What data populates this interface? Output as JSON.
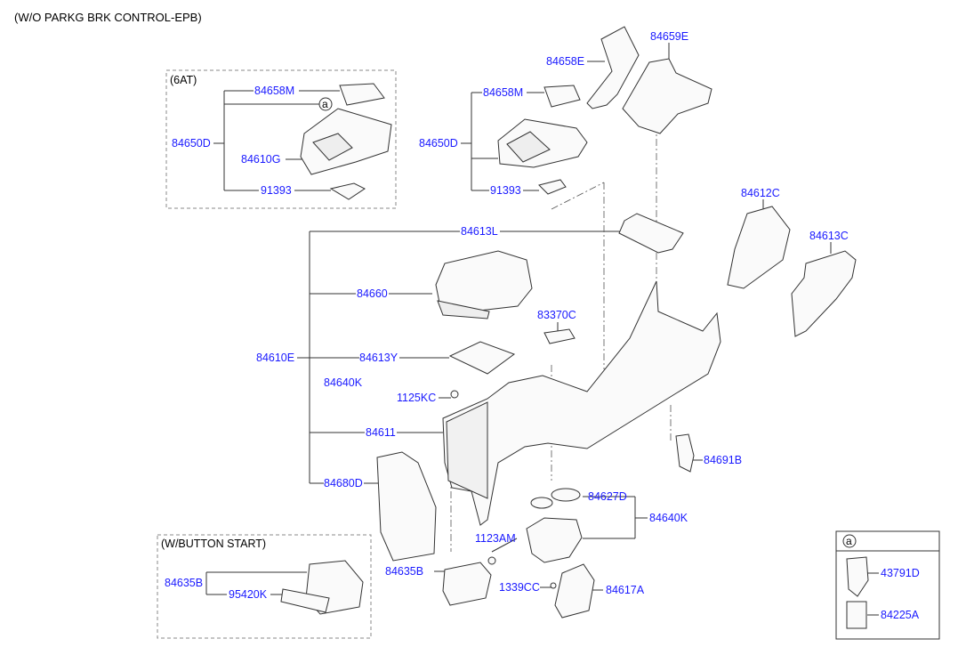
{
  "title": "(W/O PARKG BRK CONTROL-EPB)",
  "box_6at": {
    "label": "(6AT)"
  },
  "box_button": {
    "label": "(W/BUTTON START)"
  },
  "box_a": {
    "label": "a"
  },
  "marker_a": "a",
  "parts": {
    "p84658M_a": "84658M",
    "p84650D_a": "84650D",
    "p84610G": "84610G",
    "p91393_a": "91393",
    "p84658M_b": "84658M",
    "p84650D_b": "84650D",
    "p91393_b": "91393",
    "p84658E": "84658E",
    "p84659E": "84659E",
    "p84612C": "84612C",
    "p84613C": "84613C",
    "p84613L": "84613L",
    "p84660": "84660",
    "p83370C": "83370C",
    "p84610E": "84610E",
    "p84613Y": "84613Y",
    "p84640K_a": "84640K",
    "p1125KC": "1125KC",
    "p84611": "84611",
    "p84691B": "84691B",
    "p84680D": "84680D",
    "p84627D": "84627D",
    "p84640K_b": "84640K",
    "p1123AM": "1123AM",
    "p84635B_a": "84635B",
    "p95420K": "95420K",
    "p84635B_b": "84635B",
    "p1339CC": "1339CC",
    "p84617A": "84617A",
    "p43791D": "43791D",
    "p84225A": "84225A"
  }
}
